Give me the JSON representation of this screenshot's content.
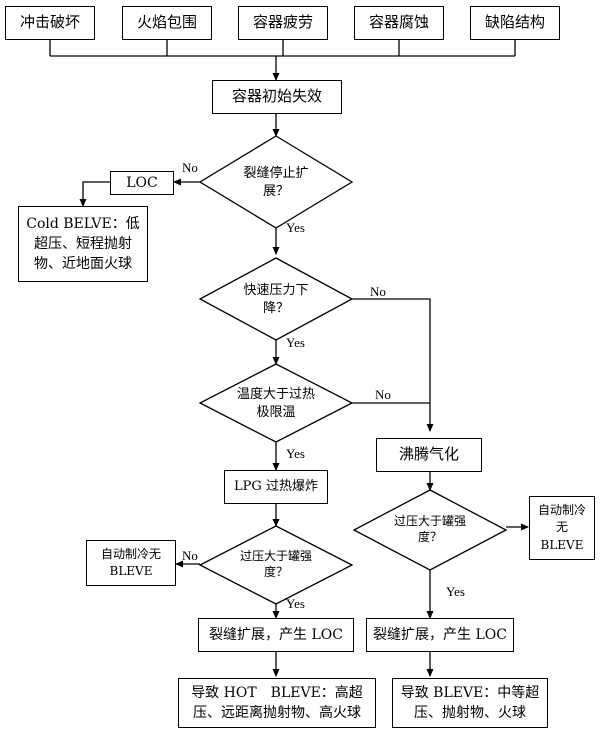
{
  "causes": [
    {
      "label": "冲击破坏"
    },
    {
      "label": "火焰包围"
    },
    {
      "label": "容器疲劳"
    },
    {
      "label": "容器腐蚀"
    },
    {
      "label": "缺陷结构"
    }
  ],
  "initial_failure": "容器初始失效",
  "decisions": {
    "crack_stop": "裂缝停止扩展？",
    "fast_pressure_drop": "快速压力下降？",
    "temp_over_limit": "温度大于过热极限温",
    "overpressure_left": "过压大于罐强度？",
    "overpressure_right": "过压大于罐强度？"
  },
  "nodes": {
    "loc": "LOC",
    "cold_bleve": "Cold BELVE：低超压、短程抛射物、近地面火球",
    "lpg_explosion": "LPG 过热爆炸",
    "boiling": "沸腾气化",
    "auto_cool_left": "自动制冷无 BLEVE",
    "auto_cool_right": "自动制冷无 BLEVE",
    "crack_loc_left": "裂缝扩展，产生 LOC",
    "crack_loc_right": "裂缝扩展，产生 LOC",
    "hot_bleve": "导致 HOT　BLEVE：高超压、远距离抛射物、高火球",
    "bleve_result": "导致 BLEVE：中等超压、抛射物、火球"
  },
  "edge_labels": {
    "yes": "Yes",
    "no": "No"
  }
}
